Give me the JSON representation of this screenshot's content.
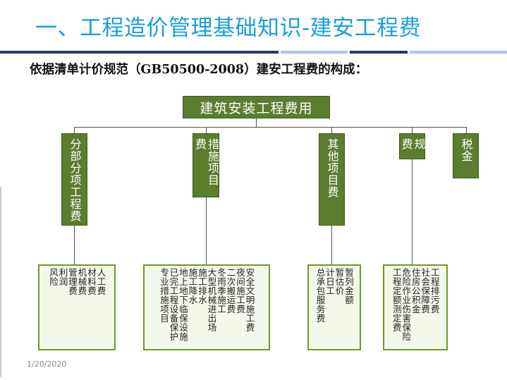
{
  "title": "一、工程造价管理基础知识-建安工程费",
  "subtitle": "依据清单计价规范（GB50500-2008）建安工程费的构成：",
  "root": "建筑安装工程费用",
  "categories": [
    {
      "label": "分部分项工程费",
      "details": [
        "人工费",
        "材料费",
        "机械费",
        "管理费",
        "利润",
        "风险"
      ]
    },
    {
      "label": "措施项目费",
      "details": [
        "安全文明施工费",
        "夜间施工费",
        "二次搬运费",
        "冬雨季施工",
        "大型机械进出场",
        "施工排水",
        "施工降水",
        "地上地下临保设施",
        "已完工程设备保护",
        "专业措施项目"
      ]
    },
    {
      "label": "其他项目费",
      "details": [
        "暂列金额",
        "暂估价",
        "计日工",
        "总承包服务费"
      ]
    },
    {
      "label": "规费",
      "details": [
        "工程排污费",
        "社会保障费",
        "住房公积金",
        "危险作业伤害保险",
        "工程定额测定费"
      ]
    },
    {
      "label": "税金",
      "details": []
    }
  ],
  "date": "1/20/2020",
  "colors": {
    "title": "#1a9fd8",
    "box_fill": "#5a7d2e",
    "detail_border": "#6e9a2a",
    "bar_dark": "#1f3a68",
    "bar_light": "#a9c6e8"
  }
}
